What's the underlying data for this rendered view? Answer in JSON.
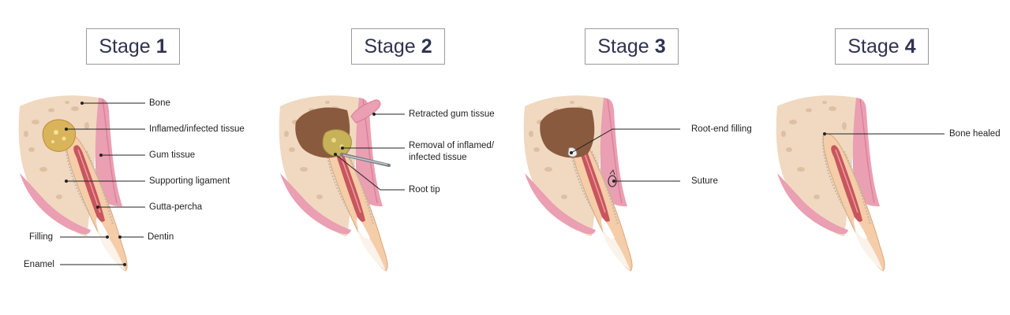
{
  "stages": [
    {
      "word": "Stage",
      "num": "1"
    },
    {
      "word": "Stage",
      "num": "2"
    },
    {
      "word": "Stage",
      "num": "3"
    },
    {
      "word": "Stage",
      "num": "4"
    }
  ],
  "labels": {
    "bone": "Bone",
    "inflamed": "Inflamed/infected tissue",
    "gum": "Gum tissue",
    "ligament": "Supporting ligament",
    "gutta": "Gutta-percha",
    "filling": "Filling",
    "dentin": "Dentin",
    "enamel": "Enamel",
    "retracted": "Retracted gum tissue",
    "removal_1": "Removal of inflamed/",
    "removal_2": "infected tissue",
    "root_tip": "Root tip",
    "root_end": "Root-end filling",
    "suture": "Suture",
    "bone_healed": "Bone healed"
  },
  "colors": {
    "bone": "#f0d9c0",
    "gum": "#ea9fb2",
    "lesion": "#d9b45a",
    "cavity": "#8a5a3e",
    "dentin": "#f5cda9",
    "pulp": "#c9555d",
    "title_text": "#2f3350"
  }
}
